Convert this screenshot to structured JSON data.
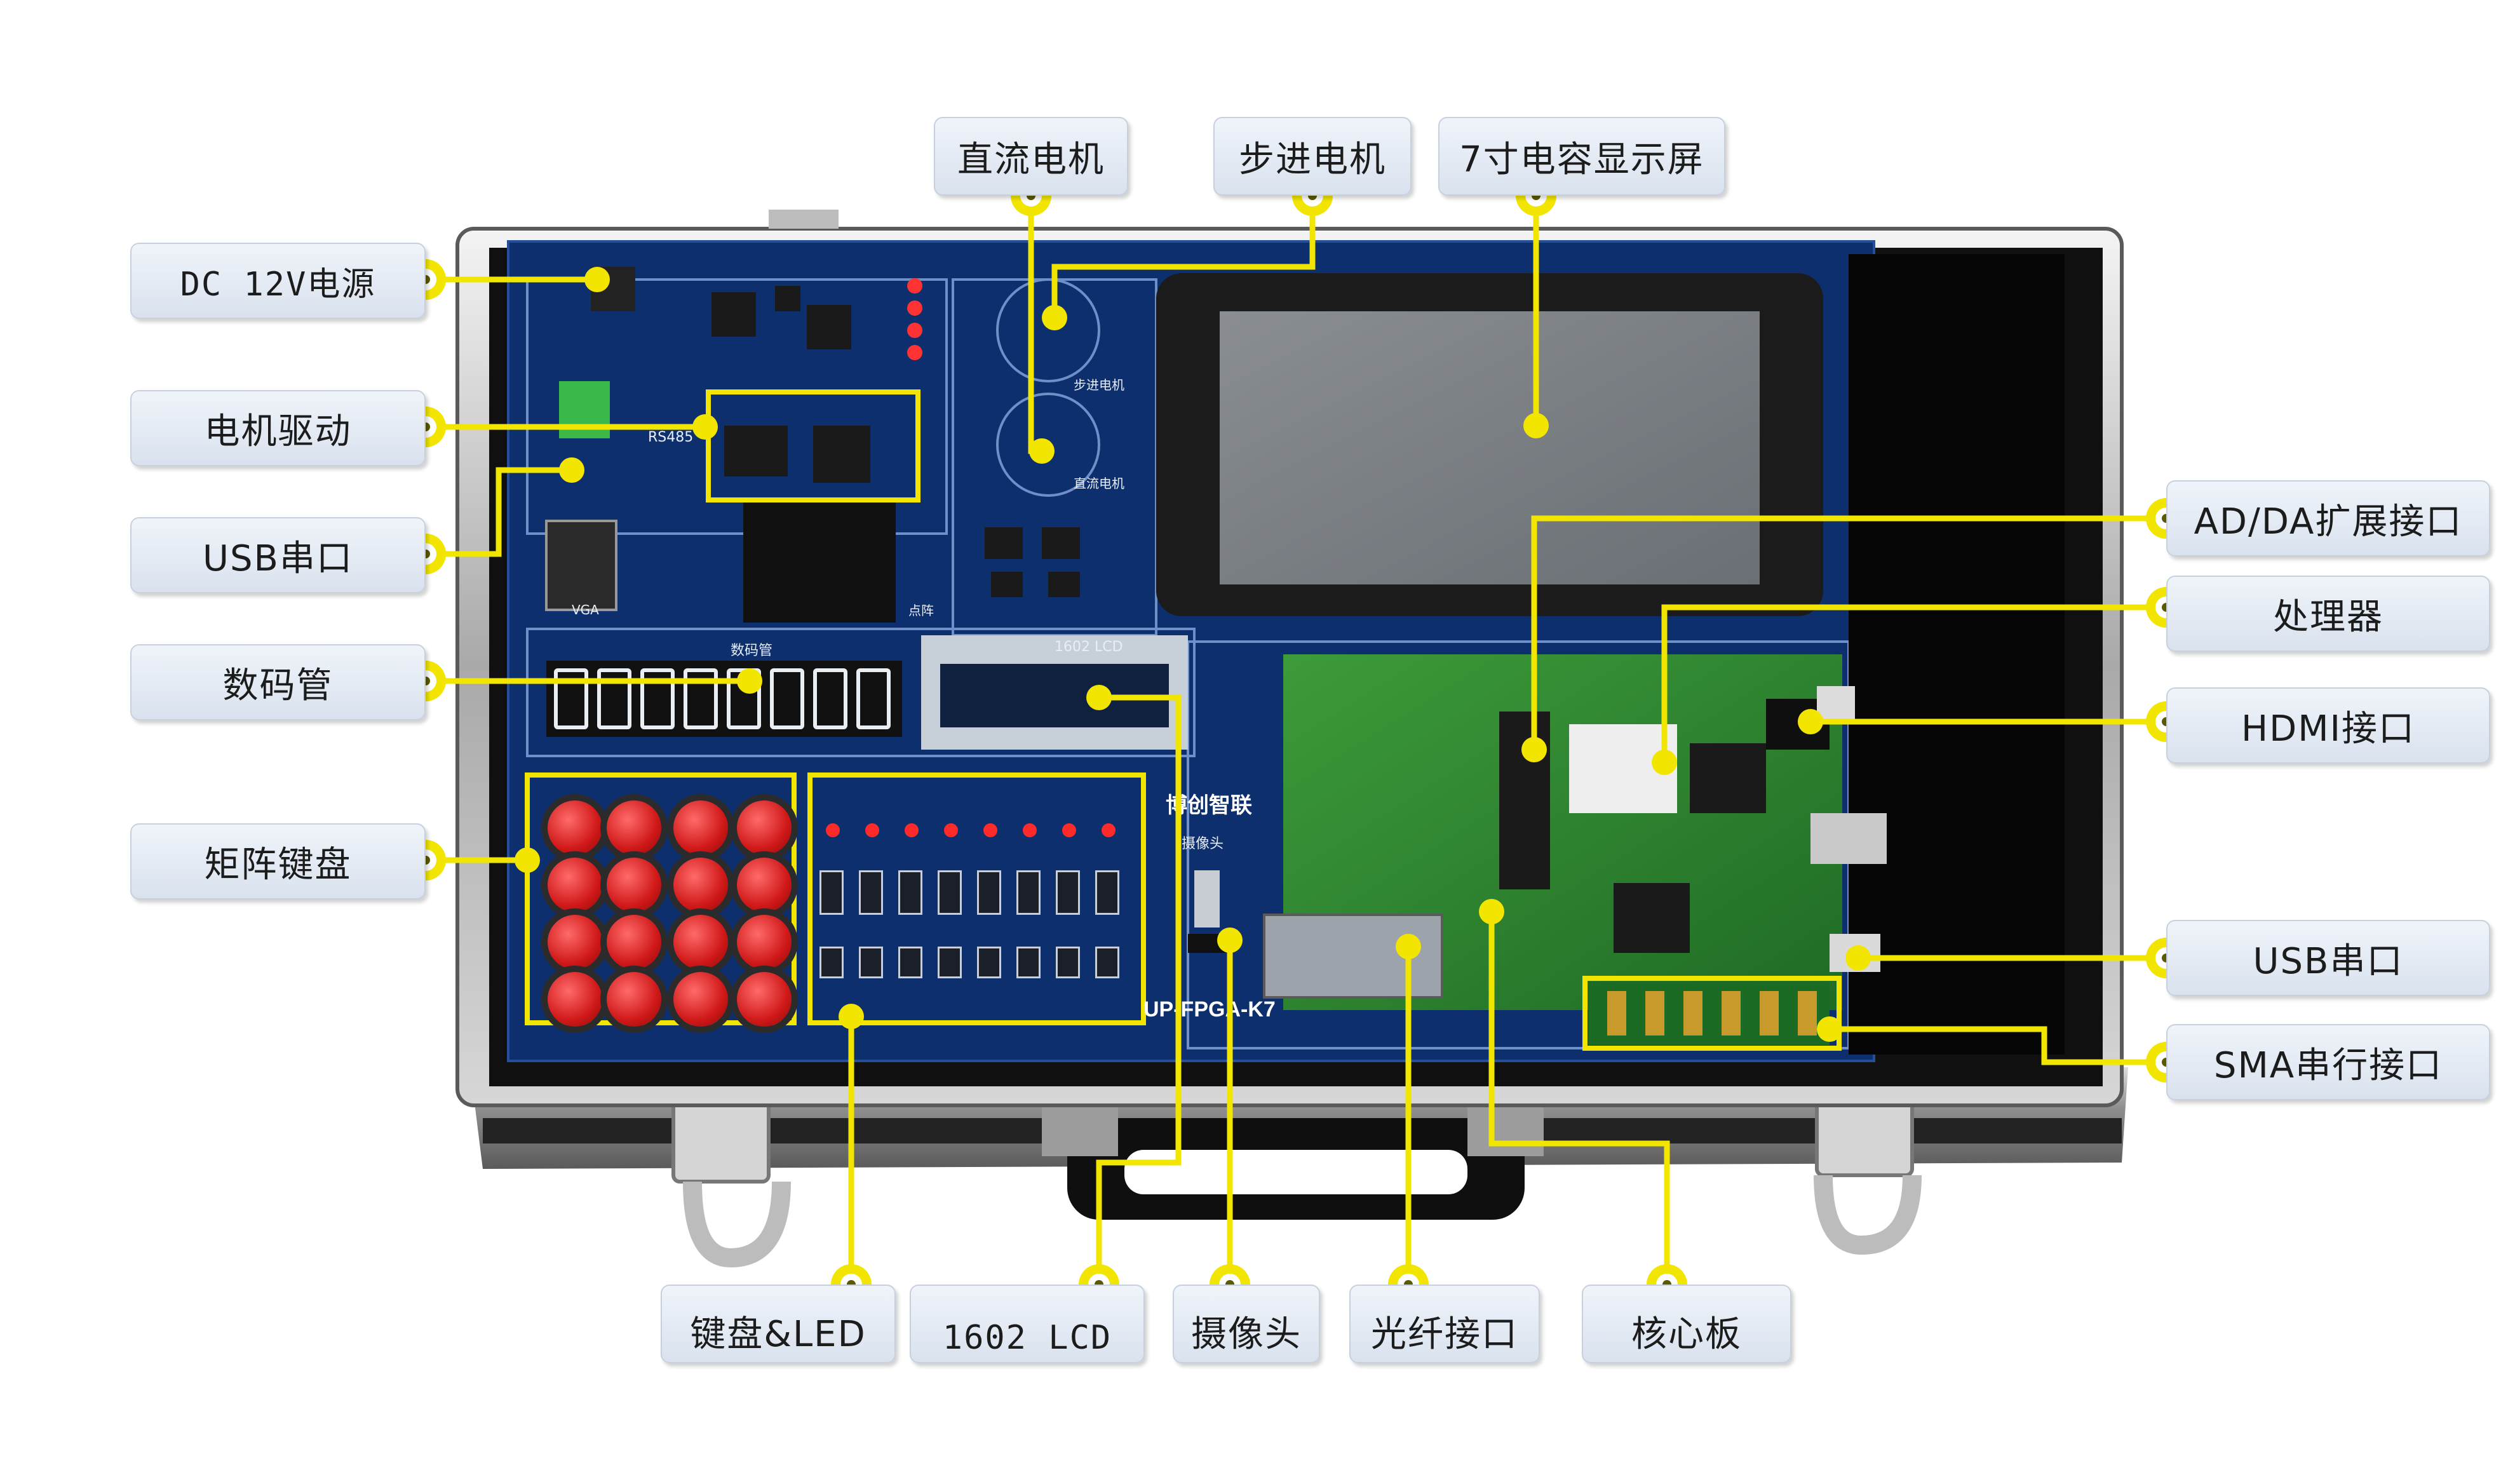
{
  "board": {
    "model_text": "UP-FPGA-K7",
    "brand_text": "博创智联",
    "lcd_silk": "1602 LCD",
    "seg_silk": "数码管",
    "stepper_silk": "步进电机",
    "dc_silk": "直流电机",
    "dot_silk": "点阵",
    "vga_silk": "VGA",
    "cam_silk": "摄像头",
    "rs485_silk": "RS485"
  },
  "callouts": [
    {
      "id": "dc-12v-power",
      "text": "DC 12V电源"
    },
    {
      "id": "motor-driver",
      "text": "电机驱动"
    },
    {
      "id": "usb-serial-left",
      "text": "USB串口"
    },
    {
      "id": "seven-segment",
      "text": "数码管"
    },
    {
      "id": "matrix-keypad",
      "text": "矩阵键盘"
    },
    {
      "id": "dc-motor",
      "text": "直流电机"
    },
    {
      "id": "stepper-motor",
      "text": "步进电机"
    },
    {
      "id": "capacitive-display",
      "text": "7寸电容显示屏"
    },
    {
      "id": "adda-interface",
      "text": "AD/DA扩展接口"
    },
    {
      "id": "processor",
      "text": "处理器"
    },
    {
      "id": "hdmi-interface",
      "text": "HDMI接口"
    },
    {
      "id": "usb-serial-right",
      "text": "USB串口"
    },
    {
      "id": "sma-serial",
      "text": "SMA串行接口"
    },
    {
      "id": "keypad-led",
      "text": "键盘&LED"
    },
    {
      "id": "lcd-1602",
      "text": "1602 LCD"
    },
    {
      "id": "camera",
      "text": "摄像头"
    },
    {
      "id": "fiber-interface",
      "text": "光纤接口"
    },
    {
      "id": "core-board",
      "text": "核心板"
    }
  ],
  "colors": {
    "leader_line": "#f2e600",
    "board_blue": "#0e2f6e",
    "core_green": "#2f8a2f",
    "label_bg": "#e2e9f3"
  }
}
